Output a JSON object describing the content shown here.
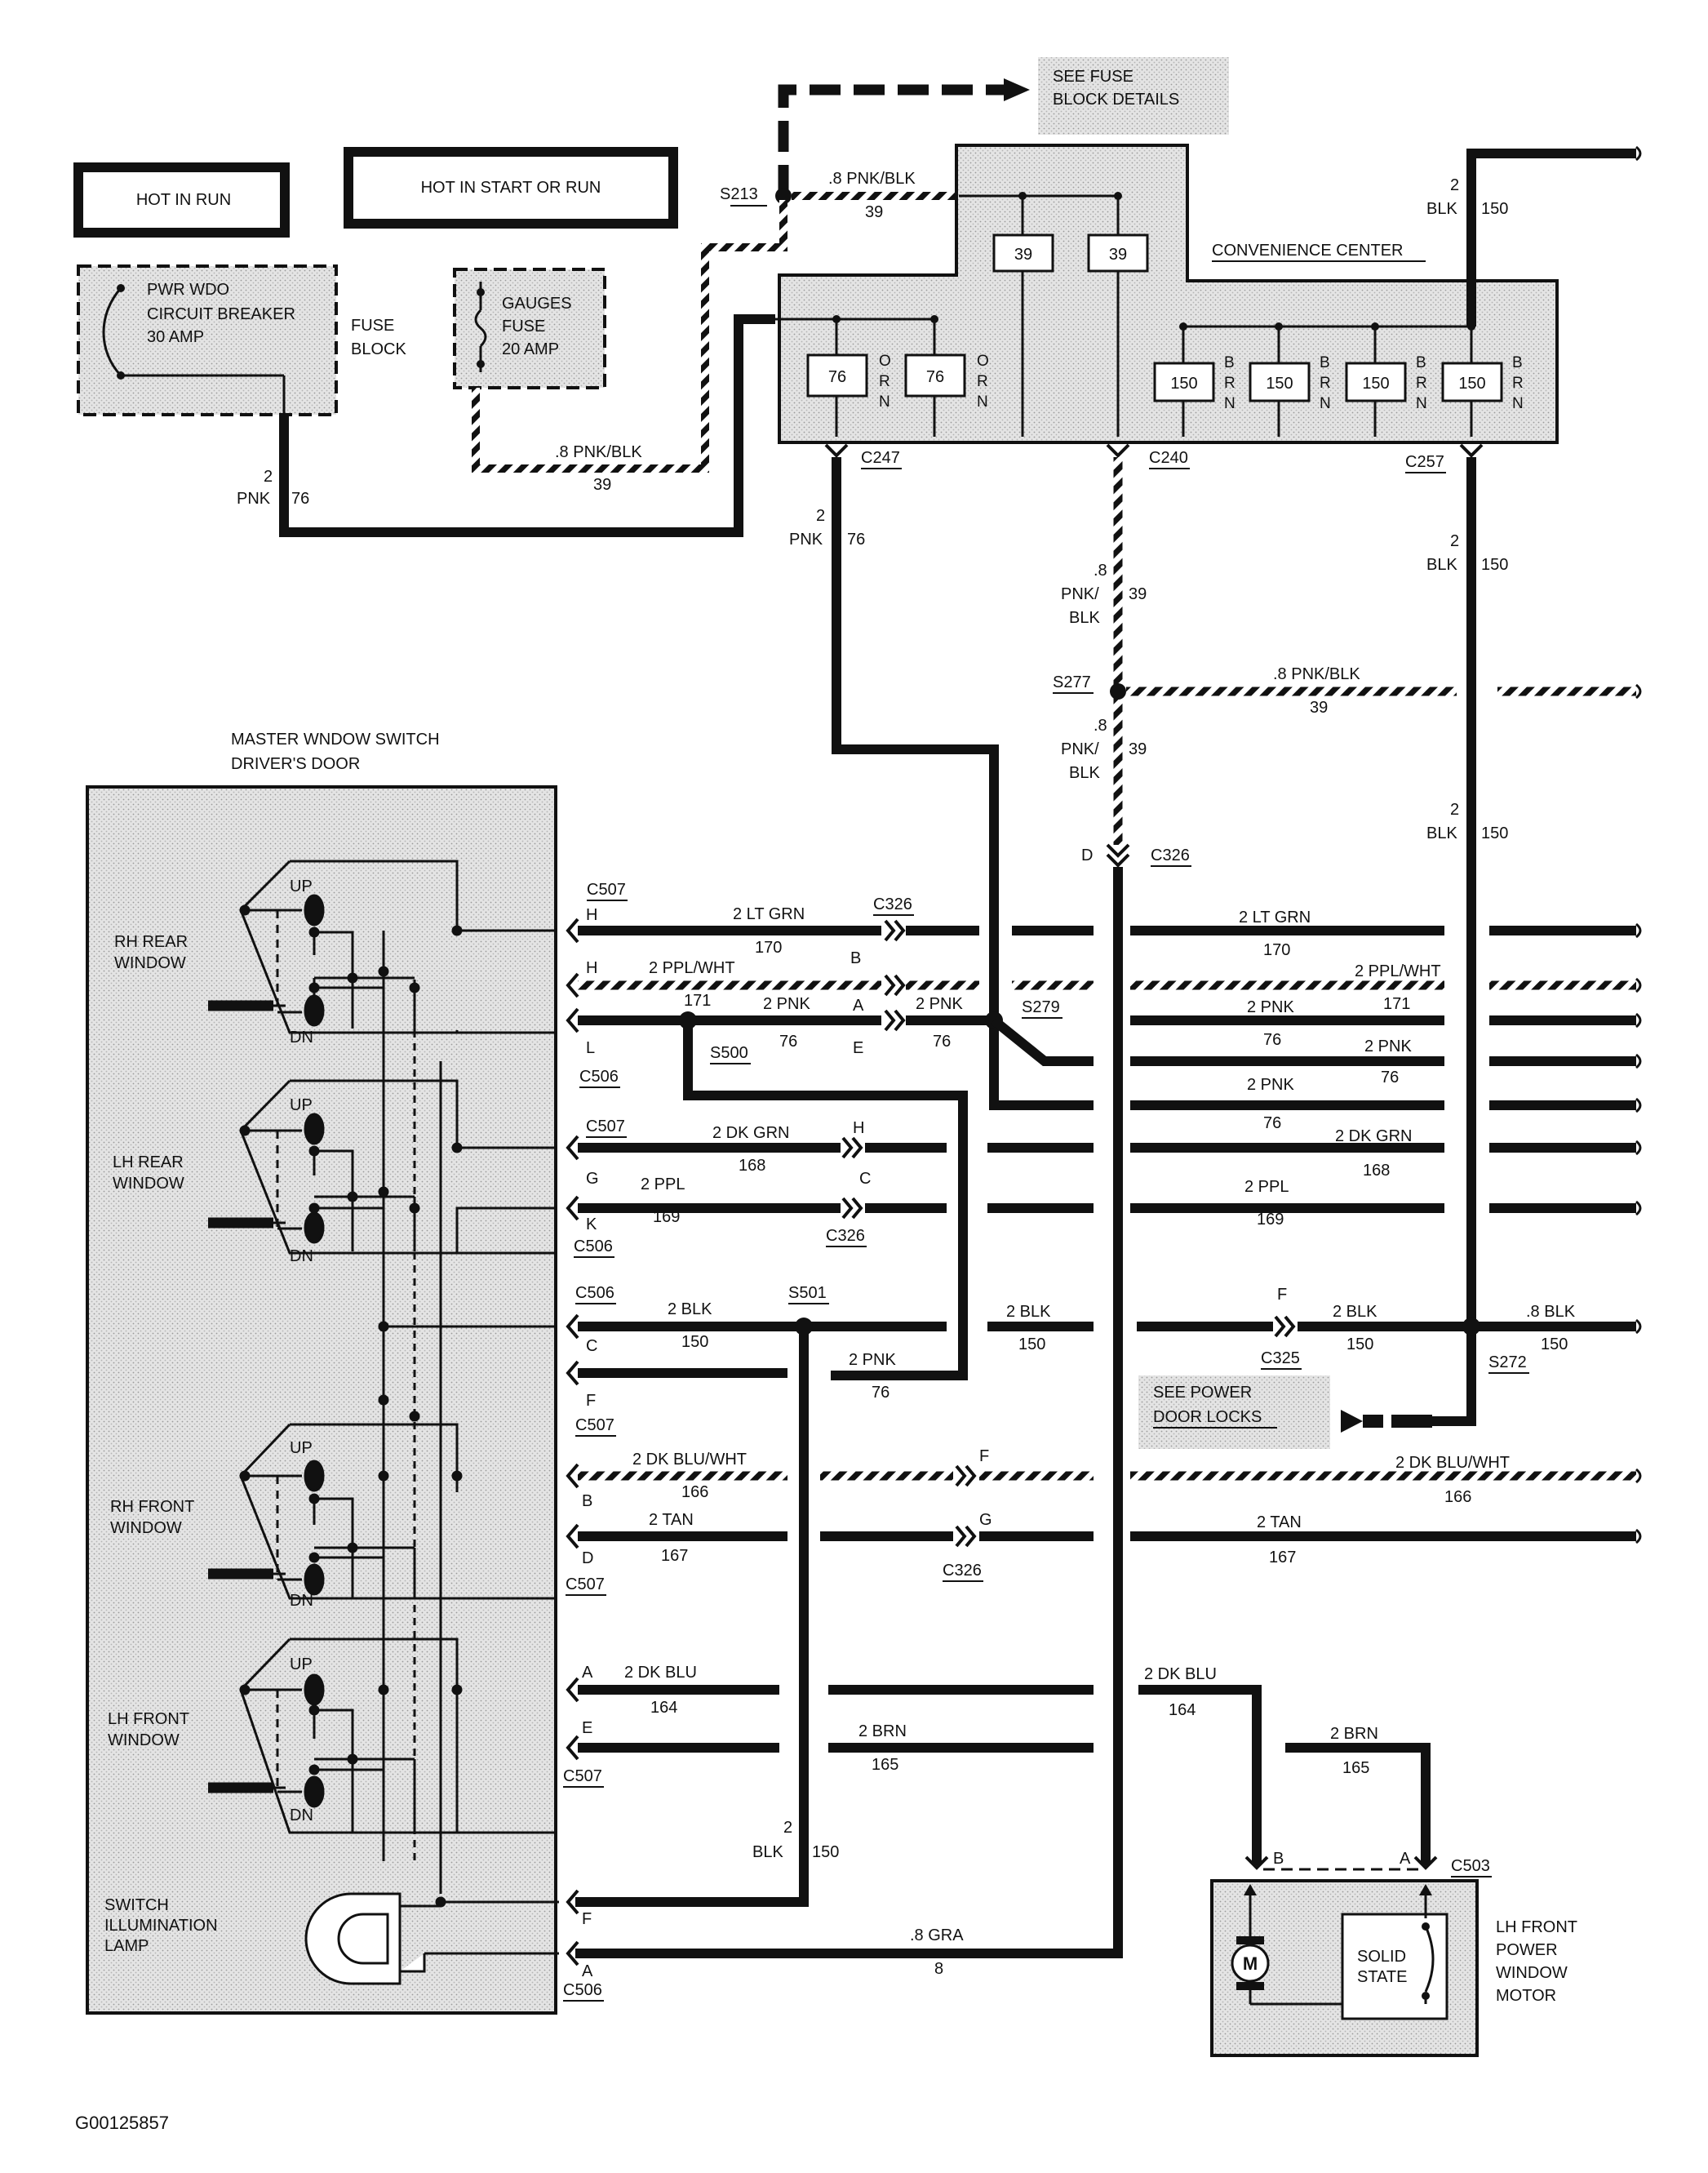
{
  "boxes": {
    "hot_in_run": "HOT IN RUN",
    "hot_in_start_or_run": "HOT IN START OR RUN",
    "breaker_line1": "PWR WDO",
    "breaker_line2": "CIRCUIT BREAKER",
    "breaker_line3": "30 AMP",
    "fuse_block_1": "FUSE",
    "fuse_block_2": "BLOCK",
    "gauges_1": "GAUGES",
    "gauges_2": "FUSE",
    "gauges_3": "20 AMP",
    "see_fuse_1": "SEE FUSE",
    "see_fuse_2": "BLOCK DETAILS",
    "convenience_center": "CONVENIENCE CENTER",
    "master_switch_1": "MASTER WNDOW SWITCH",
    "master_switch_2": "DRIVER'S DOOR",
    "see_locks_1": "SEE POWER",
    "see_locks_2": "DOOR LOCKS",
    "motor_1": "LH FRONT",
    "motor_2": "POWER",
    "motor_3": "WINDOW",
    "motor_4": "MOTOR",
    "solid_state_1": "SOLID",
    "solid_state_2": "STATE",
    "motor_symbol": "M"
  },
  "switches": {
    "rh_rear_1": "RH REAR",
    "rh_rear_2": "WINDOW",
    "lh_rear_1": "LH REAR",
    "lh_rear_2": "WINDOW",
    "rh_front_1": "RH FRONT",
    "rh_front_2": "WINDOW",
    "lh_front_1": "LH FRONT",
    "lh_front_2": "WINDOW",
    "lamp_1": "SWITCH",
    "lamp_2": "ILLUMINATION",
    "lamp_3": "LAMP",
    "up": "UP",
    "dn": "DN"
  },
  "relays": {
    "r39": "39",
    "r76": "76",
    "r150": "150",
    "orn": [
      "O",
      "R",
      "N"
    ],
    "brn": [
      "B",
      "R",
      "N"
    ]
  },
  "splices": {
    "s213": "S213",
    "s277": "S277",
    "s279": "S279",
    "s500": "S500",
    "s501": "S501",
    "s272": "S272"
  },
  "connectors": {
    "c247": "C247",
    "c240": "C240",
    "c257": "C257",
    "c326": "C326",
    "c506": "C506",
    "c507": "C507",
    "c325": "C325",
    "c503": "C503"
  },
  "pins": {
    "H": "H",
    "L": "L",
    "G": "G",
    "K": "K",
    "C": "C",
    "F": "F",
    "B": "B",
    "D": "D",
    "A": "A",
    "E": "E"
  },
  "wires": {
    "w2": "2",
    "w08": ".8",
    "pnk": "PNK",
    "blk": "BLK",
    "pnk_slash": "PNK/",
    "c76": "76",
    "c39": "39",
    "c150": "150",
    "c170": "170",
    "c171": "171",
    "c168": "168",
    "c169": "169",
    "c166": "166",
    "c167": "167",
    "c164": "164",
    "c165": "165",
    "c8": "8",
    "pnk_blk_08": ".8 PNK/BLK",
    "lt_grn": "2 LT GRN",
    "ppl_wht": "2 PPL/WHT",
    "pnk2": "2 PNK",
    "dk_grn": "2 DK GRN",
    "ppl": "2 PPL",
    "blk2": "2 BLK",
    "blk08": ".8 BLK",
    "dk_blu_wht": "2 DK BLU/WHT",
    "tan": "2 TAN",
    "dk_blu": "2 DK BLU",
    "brn": "2 BRN",
    "gra": ".8 GRA"
  },
  "footer": {
    "figure_id": "G00125857"
  }
}
